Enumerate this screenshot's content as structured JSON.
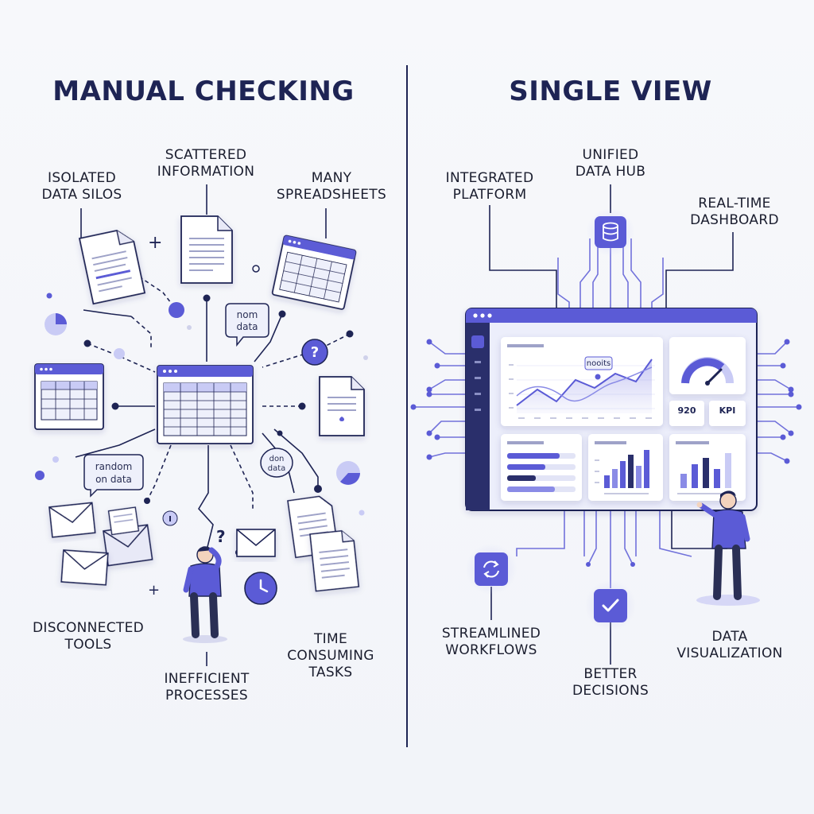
{
  "left": {
    "title": "MANUAL CHECKING",
    "labels": {
      "isolated": [
        "ISOLATED",
        "DATA SILOS"
      ],
      "scattered": [
        "SCATTERED",
        "INFORMATION"
      ],
      "spreadsheets": [
        "MANY",
        "SPREADSHEETS"
      ],
      "disconnected": [
        "DISCONNECTED",
        "TOOLS"
      ],
      "inefficient": [
        "INEFFICIENT",
        "PROCESSES"
      ],
      "time": [
        "TIME",
        "CONSUMING",
        "TASKS"
      ]
    },
    "bubbles": {
      "nom": [
        "nom",
        "data"
      ],
      "random": [
        "random",
        "on data"
      ],
      "don": [
        "don",
        "data"
      ]
    },
    "question_mark": "?"
  },
  "right": {
    "title": "SINGLE VIEW",
    "labels": {
      "integrated": [
        "INTEGRATED",
        "PLATFORM"
      ],
      "unified": [
        "UNIFIED",
        "DATA HUB"
      ],
      "realtime": [
        "REAL-TIME",
        "DASHBOARD"
      ],
      "streamlined": [
        "STREAMLINED",
        "WORKFLOWS"
      ],
      "better": [
        "BETTER",
        "DECISIONS"
      ],
      "visualization": [
        "DATA",
        "VISUALIZATION"
      ]
    },
    "dashboard": {
      "tooltip": "nooits",
      "kpi_value": "920",
      "kpi_label": "KPI"
    }
  },
  "icons": [
    "database-icon",
    "sync-icon",
    "check-icon",
    "clock-icon",
    "question-icon",
    "email-icon",
    "document-icon",
    "spreadsheet-icon",
    "gauge-icon",
    "person-icon"
  ],
  "colors": {
    "accent": "#5b5bd6",
    "navy": "#1e2454",
    "light_accent": "#c9cbf5",
    "panel": "#ffffff"
  }
}
